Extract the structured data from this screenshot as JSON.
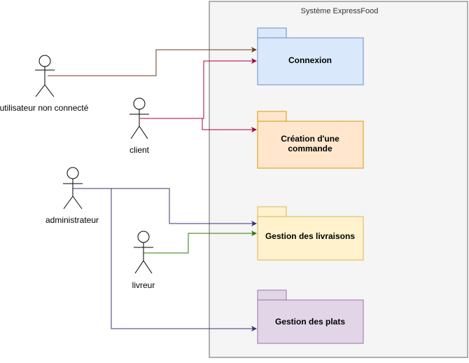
{
  "system": {
    "title": "Système ExpressFood"
  },
  "packages": [
    {
      "id": "connexion",
      "label": [
        "Connexion"
      ],
      "fill": "#dae8fc",
      "stroke": "#6c8ebf"
    },
    {
      "id": "commande",
      "label": [
        "Création d'une",
        "commande"
      ],
      "fill": "#ffe6cc",
      "stroke": "#d79b00"
    },
    {
      "id": "livraisons",
      "label": [
        "Gestion des livraisons"
      ],
      "fill": "#fff2cc",
      "stroke": "#d6b656"
    },
    {
      "id": "plats",
      "label": [
        "Gestion des plats"
      ],
      "fill": "#e1d5e7",
      "stroke": "#9673a6"
    }
  ],
  "actors": [
    {
      "id": "visiteur",
      "label": "utilisateur non connecté"
    },
    {
      "id": "client",
      "label": "client"
    },
    {
      "id": "admin",
      "label": "administrateur"
    },
    {
      "id": "livreur",
      "label": "livreur"
    }
  ],
  "connections": [
    {
      "from": "visiteur",
      "to": "connexion",
      "color": "#6b3a1e"
    },
    {
      "from": "client",
      "to": "connexion",
      "color": "#a50040"
    },
    {
      "from": "client",
      "to": "commande",
      "color": "#a50040"
    },
    {
      "from": "admin",
      "to": "livraisons",
      "color": "#432d7a"
    },
    {
      "from": "admin",
      "to": "plats",
      "color": "#432d7a"
    },
    {
      "from": "livreur",
      "to": "livraisons",
      "color": "#2d7a00"
    }
  ]
}
